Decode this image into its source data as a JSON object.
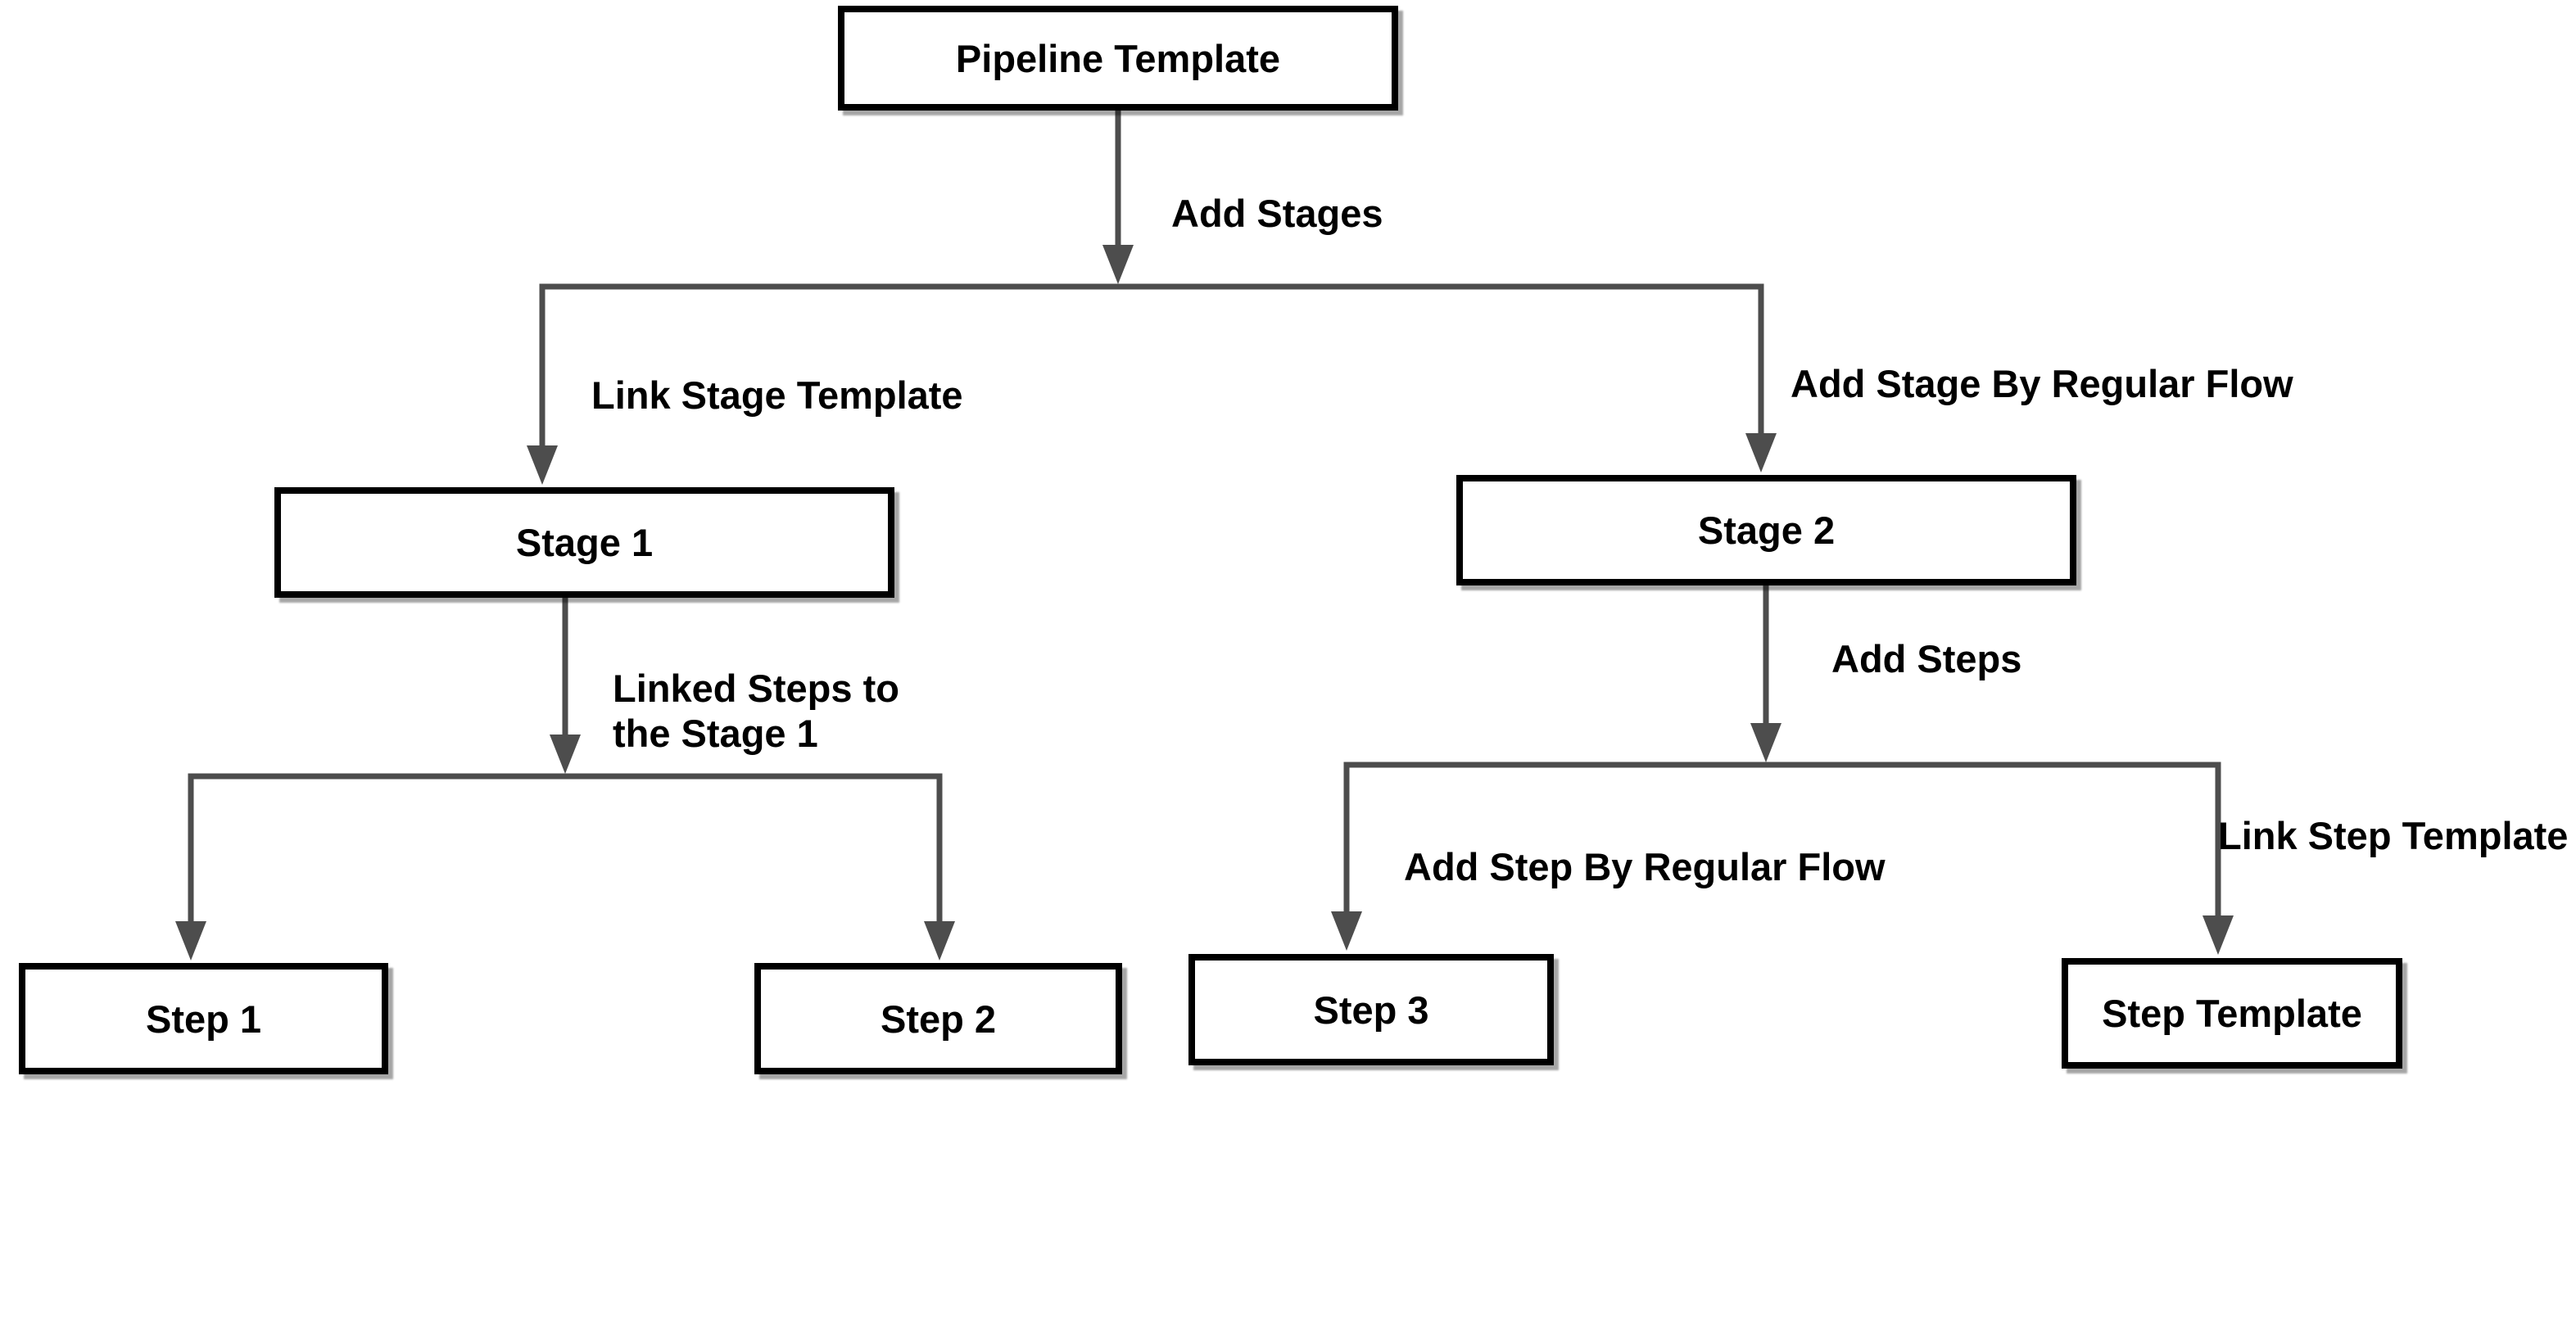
{
  "diagram": {
    "title": "Pipeline Template flow diagram",
    "background_color": "#ffffff",
    "connector_color": "#4d4d4d",
    "node_border_color": "#000000",
    "node_fill_color": "#ffffff",
    "text_color": "#000000",
    "nodes": [
      {
        "id": "pipeline-template",
        "label": "Pipeline Template"
      },
      {
        "id": "stage-1",
        "label": "Stage 1"
      },
      {
        "id": "stage-2",
        "label": "Stage 2"
      },
      {
        "id": "step-1",
        "label": "Step 1"
      },
      {
        "id": "step-2",
        "label": "Step 2"
      },
      {
        "id": "step-3",
        "label": "Step 3"
      },
      {
        "id": "step-template",
        "label": "Step Template"
      }
    ],
    "edge_labels": [
      {
        "id": "add-stages",
        "label": "Add Stages"
      },
      {
        "id": "link-stage-template",
        "label": "Link Stage Template"
      },
      {
        "id": "add-stage-by-regular-flow",
        "label": "Add Stage By Regular Flow"
      },
      {
        "id": "linked-steps-to-the-stage-1",
        "label": "Linked Steps to\nthe Stage 1"
      },
      {
        "id": "add-steps",
        "label": "Add Steps"
      },
      {
        "id": "add-step-by-regular-flow",
        "label": "Add Step By Regular Flow"
      },
      {
        "id": "link-step-template",
        "label": "Link Step Template"
      }
    ]
  }
}
